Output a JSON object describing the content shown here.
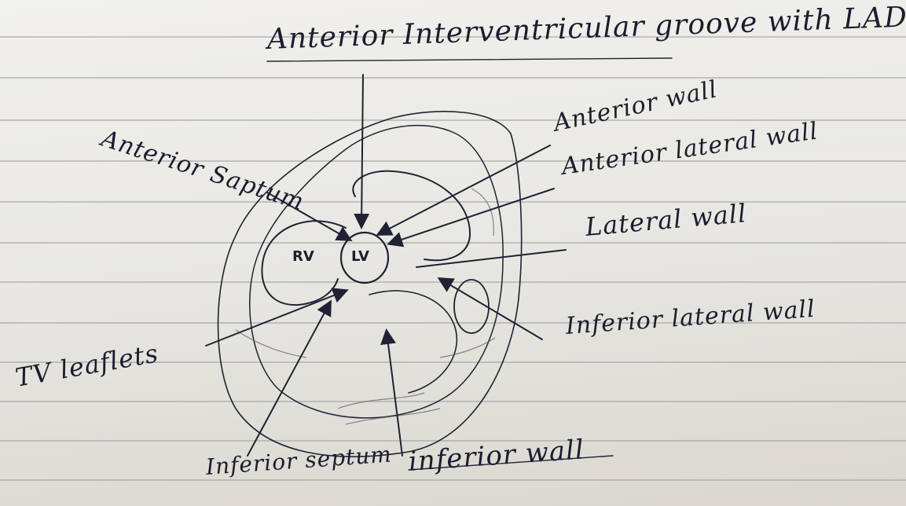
{
  "labels": {
    "title": "Anterior Interventricular groove with LAD",
    "anterior_septum": "Anterior Saptum",
    "anterior_wall": "Anterior wall",
    "anterior_lateral_wall": "Anterior lateral wall",
    "lateral_wall": "Lateral wall",
    "inferior_lateral_wall": "Inferior lateral wall",
    "tv_leaflets": "TV leaflets",
    "inferior_septum": "Inferior septum",
    "inferior_wall": "inferior wall",
    "rv": "RV",
    "lv": "LV"
  },
  "colors": {
    "ink": "#1f2233",
    "paper": "#eeede8",
    "rule_line": "#9fa0a2"
  }
}
